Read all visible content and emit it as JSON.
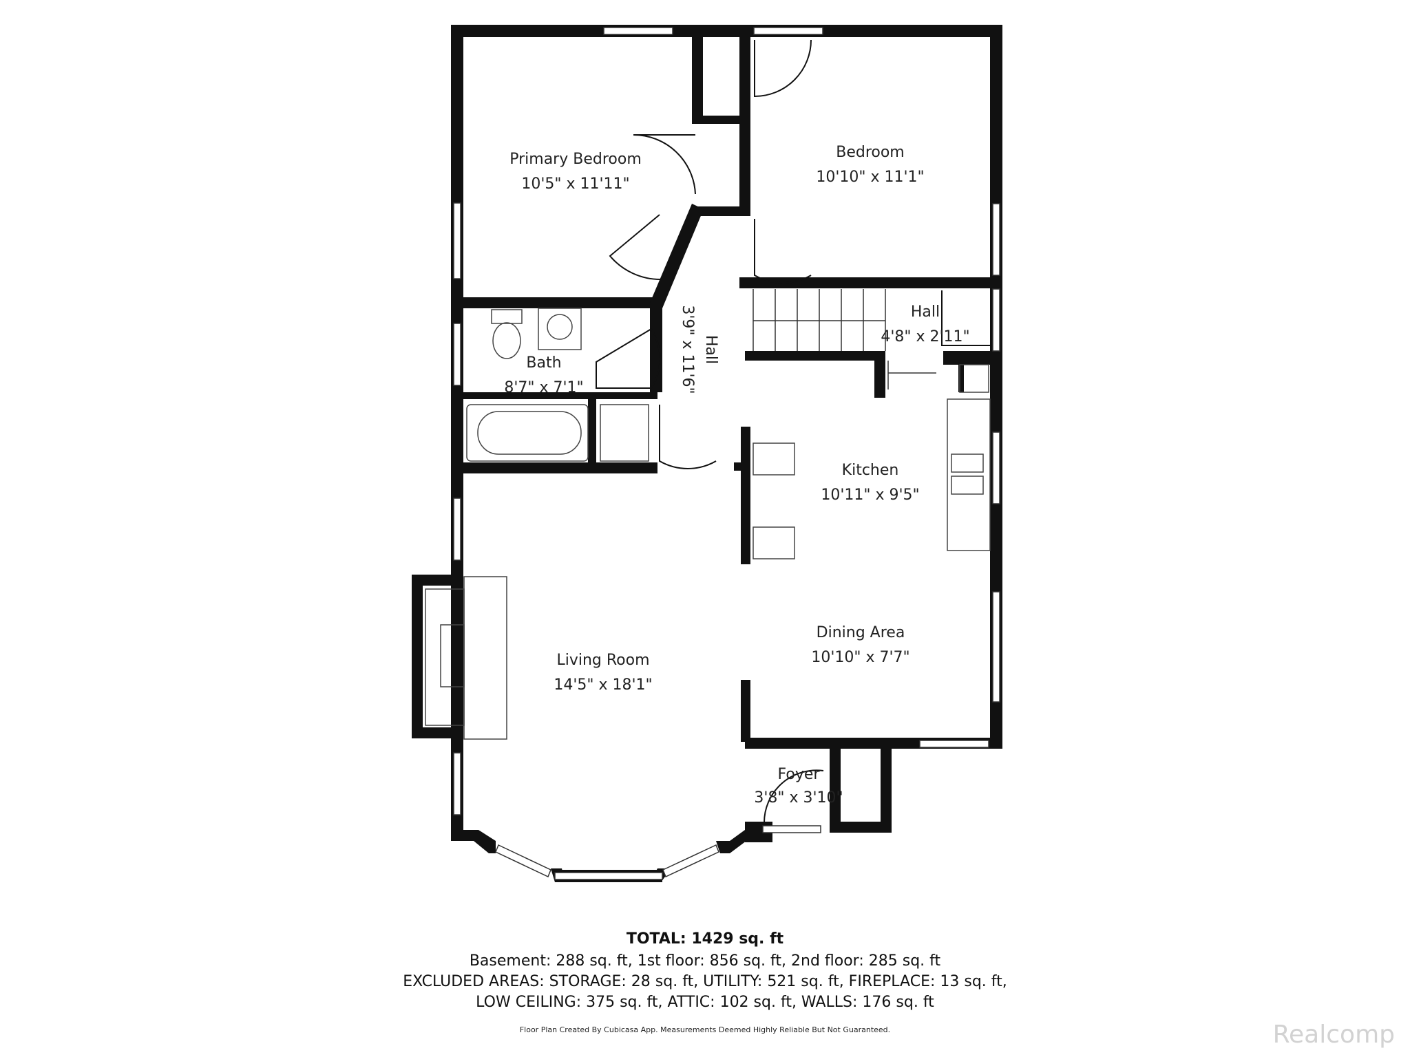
{
  "rooms": [
    {
      "name": "Primary Bedroom",
      "size": "10'5\" x 11'11\""
    },
    {
      "name": "Bedroom",
      "size": "10'10\" x 11'1\""
    },
    {
      "name": "Hall",
      "size": "3'9\" x 11'6\""
    },
    {
      "name": "Hall",
      "size": "4'8\" x 2'11\""
    },
    {
      "name": "Bath",
      "size": "8'7\" x 7'1\""
    },
    {
      "name": "Kitchen",
      "size": "10'11\" x 9'5\""
    },
    {
      "name": "Living Room",
      "size": "14'5\" x 18'1\""
    },
    {
      "name": "Dining Area",
      "size": "10'10\" x 7'7\""
    },
    {
      "name": "Foyer",
      "size": "3'8\" x 3'10\""
    }
  ],
  "summary": {
    "total": "TOTAL: 1429 sq. ft",
    "line1": "Basement: 288 sq. ft, 1st floor: 856 sq. ft, 2nd floor: 285 sq. ft",
    "line2": "EXCLUDED AREAS: STORAGE: 28 sq. ft, UTILITY: 521 sq. ft, FIREPLACE: 13 sq. ft,",
    "line3": "LOW CEILING: 375 sq. ft, ATTIC: 102 sq. ft, WALLS: 176 sq. ft",
    "disclaimer": "Floor Plan Created By Cubicasa App. Measurements Deemed Highly Reliable But Not Guaranteed."
  },
  "watermark": "Realcomp",
  "colors": {
    "wall": "#111111",
    "window": "#ffffff",
    "background": "#ffffff"
  }
}
